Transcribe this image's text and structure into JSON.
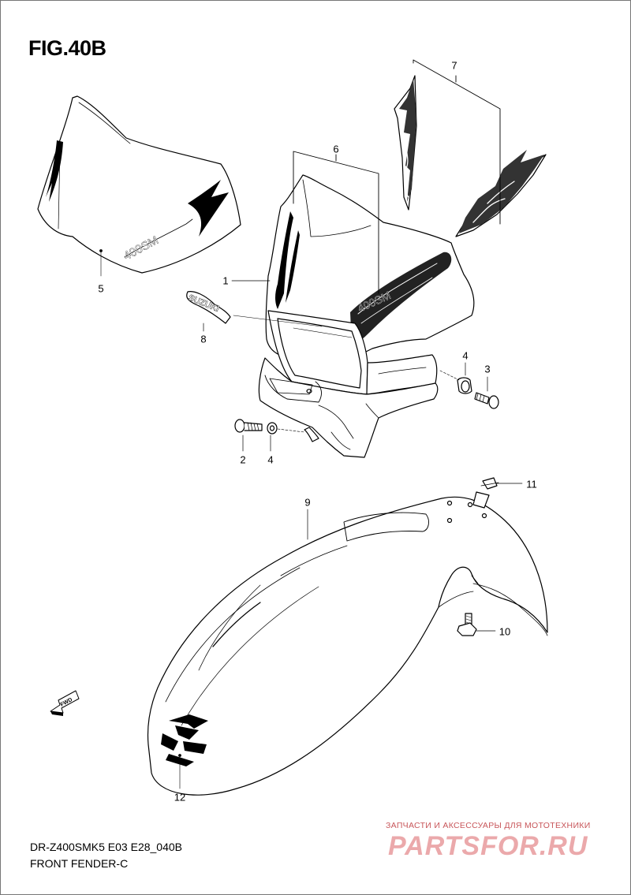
{
  "figure": {
    "title": "FIG.40B"
  },
  "callouts": {
    "c1": "1",
    "c2": "2",
    "c3": "3",
    "c4a": "4",
    "c4b": "4",
    "c5": "5",
    "c6": "6",
    "c7": "7",
    "c8": "8",
    "c9": "9",
    "c10": "10",
    "c11": "11",
    "c12": "12"
  },
  "decals": {
    "suzuki": "SUZUKI",
    "model_visor": "400SM",
    "model_cowl": "400SM",
    "fwd": "FWD"
  },
  "footer": {
    "model_code": "DR-Z400SMK5  E03  E28_040B",
    "section_name": "FRONT FENDER-C"
  },
  "watermark": {
    "tagline": "ЗАПЧАСТИ И АКСЕССУАРЫ ДЛЯ МОТОТЕХНИКИ",
    "brand": "PARTSFOR.RU"
  }
}
